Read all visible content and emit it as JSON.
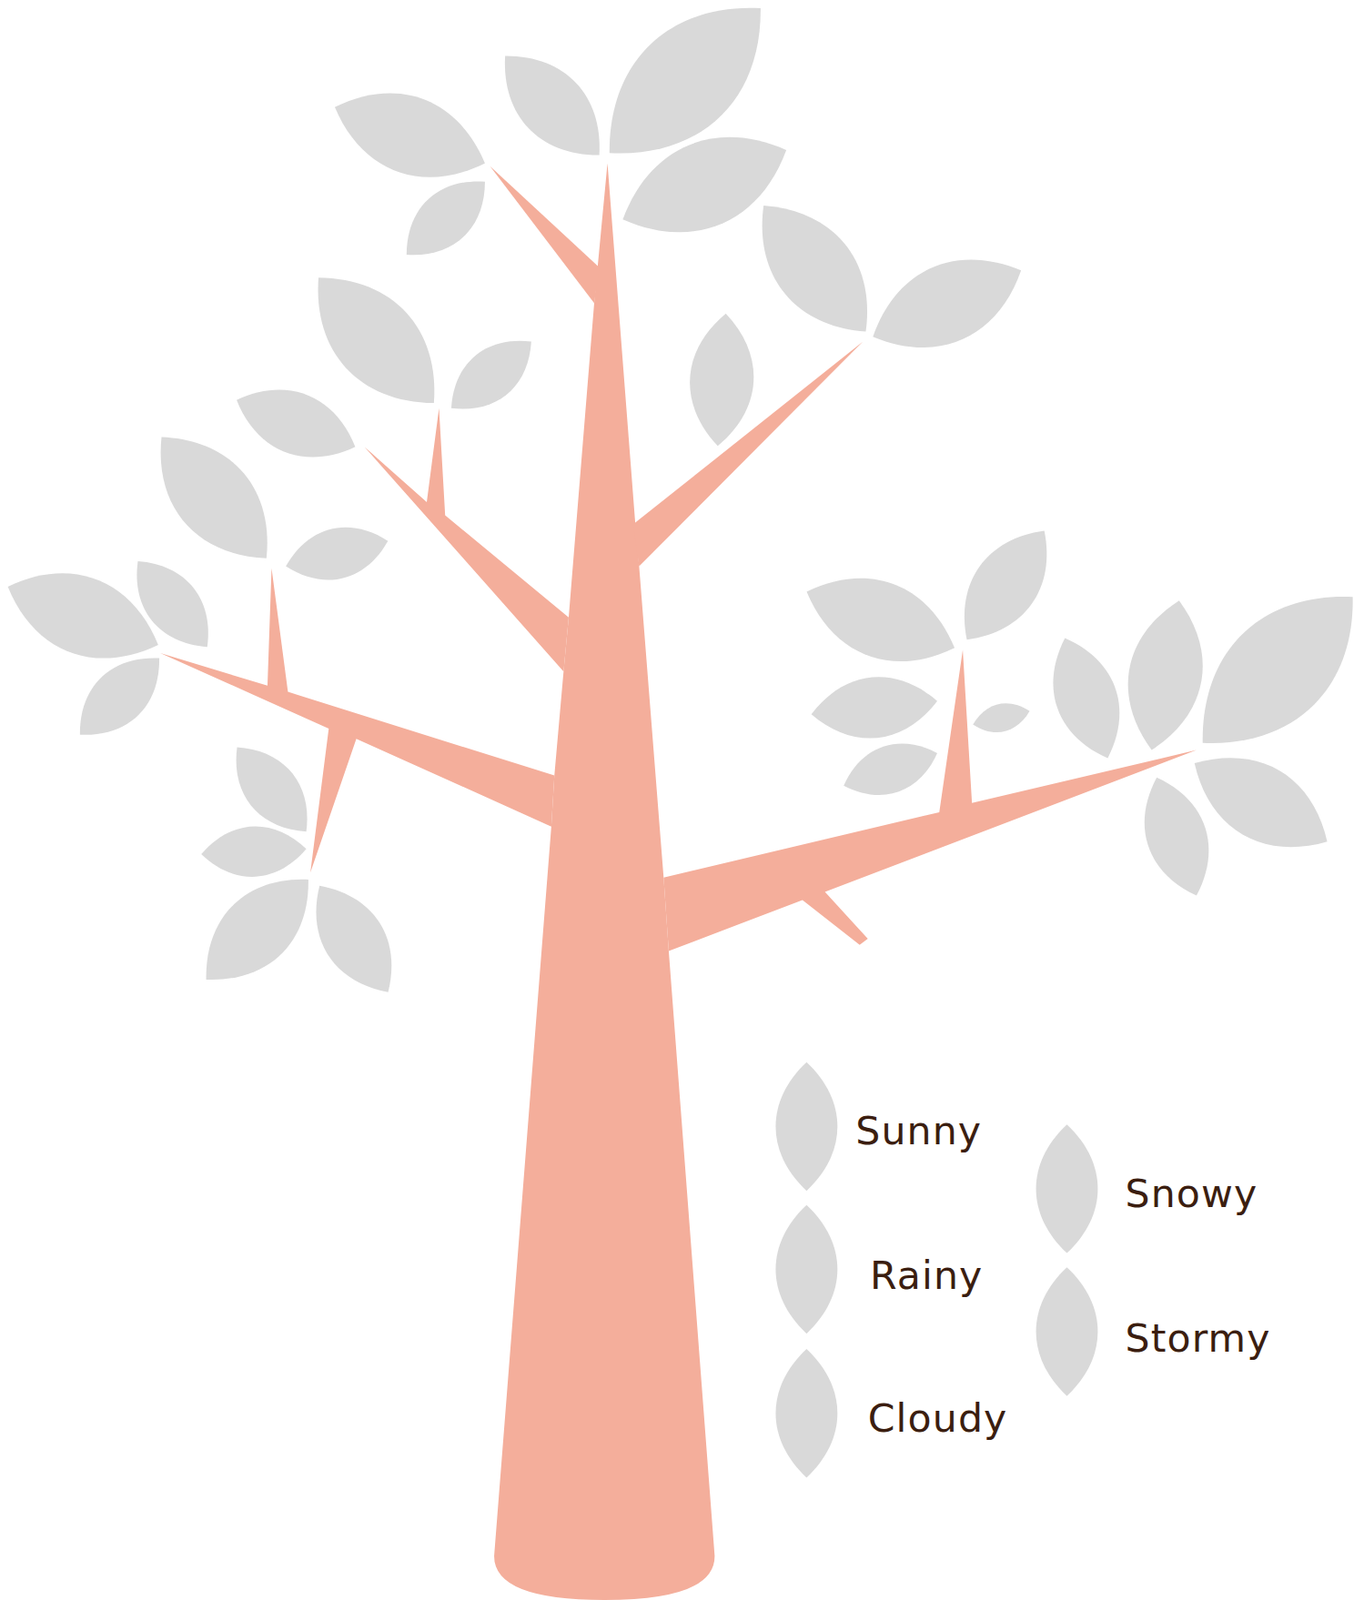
{
  "diagram": {
    "legend": [
      {
        "text": "Sunny"
      },
      {
        "text": "Rainy"
      },
      {
        "text": "Cloudy"
      },
      {
        "text": "Snowy"
      },
      {
        "text": "Stormy"
      }
    ]
  }
}
